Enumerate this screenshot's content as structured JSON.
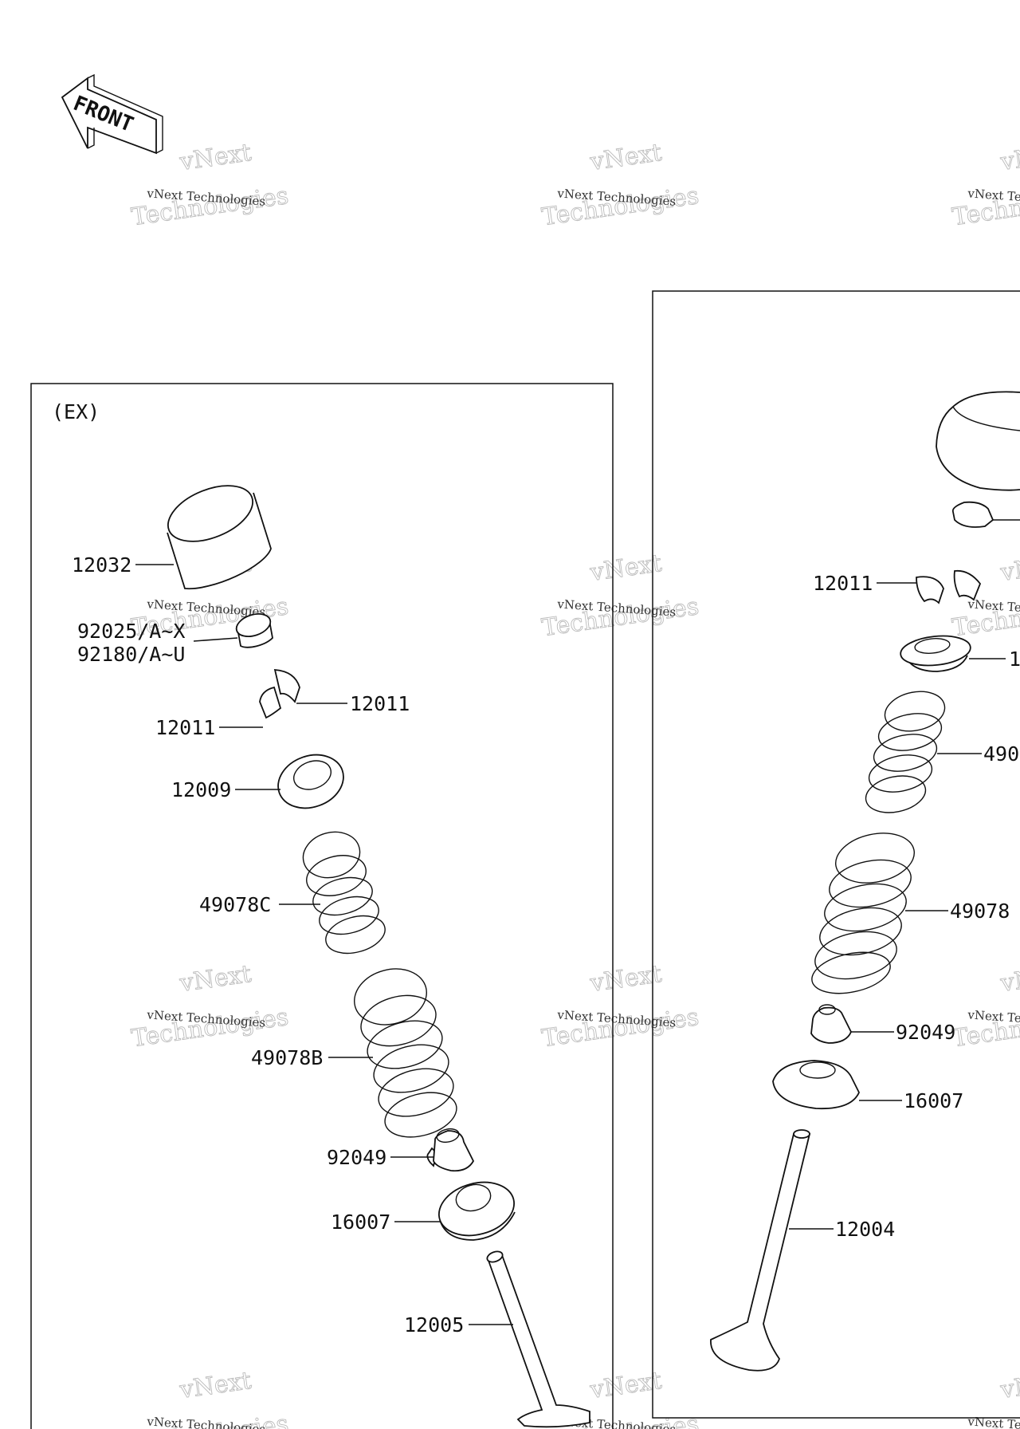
{
  "front_arrow": {
    "label": "FRONT"
  },
  "watermark": {
    "line1": "vNext",
    "line2": "Technologies"
  },
  "ex_panel": {
    "title": "(EX)",
    "labels": [
      "12032",
      "92025/A~X",
      "92180/A~U",
      "12011",
      "12011",
      "12009",
      "49078C",
      "49078B",
      "92049",
      "16007",
      "12005"
    ]
  },
  "in_panel": {
    "labels": [
      "12011",
      "1",
      "490",
      "49078",
      "92049",
      "16007",
      "12004"
    ]
  }
}
